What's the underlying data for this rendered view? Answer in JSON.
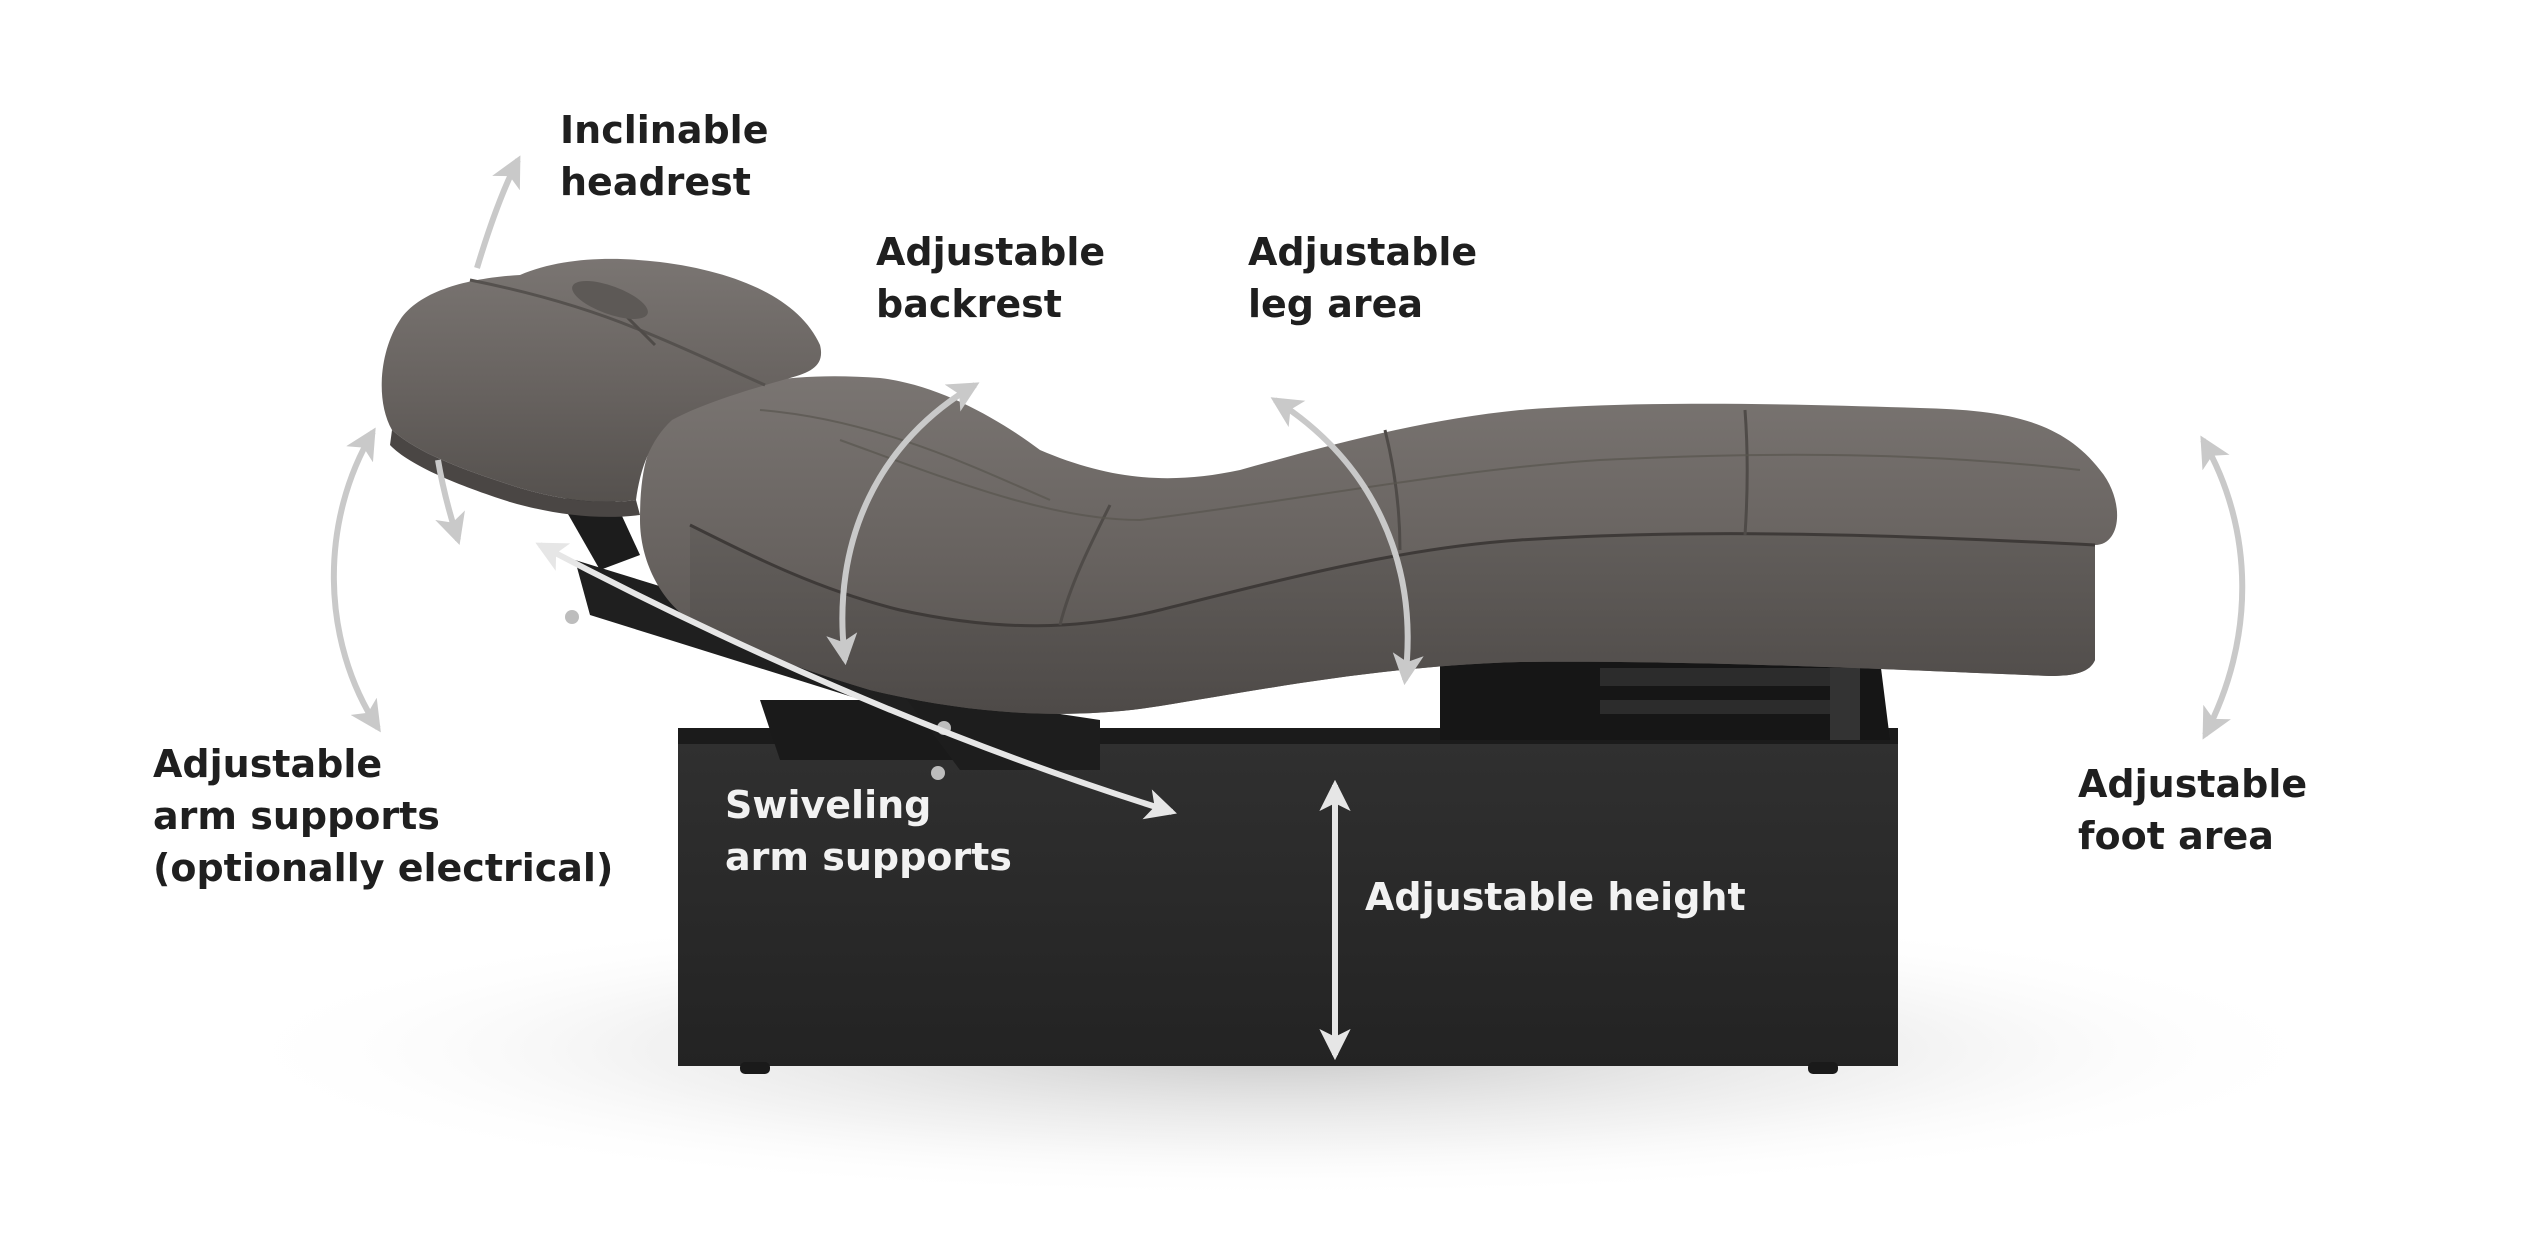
{
  "colors": {
    "background": "#ffffff",
    "label_text": "#1f1f1f",
    "label_text_on_dark": "#f2f2f2",
    "arrow": "#c9c9c9",
    "arrow_on_dark": "#e6e6e6",
    "upholstery": "#6b6663",
    "upholstery_dark": "#56524f",
    "base": "#2a2a2a",
    "frame": "#1e1e1e"
  },
  "labels": {
    "headrest": [
      "Inclinable",
      "headrest"
    ],
    "backrest": [
      "Adjustable",
      "backrest"
    ],
    "leg_area": [
      "Adjustable",
      "leg area"
    ],
    "arm_supports": [
      "Adjustable",
      "arm supports",
      "(optionally electrical)"
    ],
    "swivel_arm": [
      "Swiveling",
      "arm supports"
    ],
    "height": [
      "Adjustable height"
    ],
    "foot_area": [
      "Adjustable",
      "foot area"
    ]
  },
  "icons": {
    "arrows": "double-headed-curved-arrow",
    "product": "treatment-table-illustration"
  }
}
